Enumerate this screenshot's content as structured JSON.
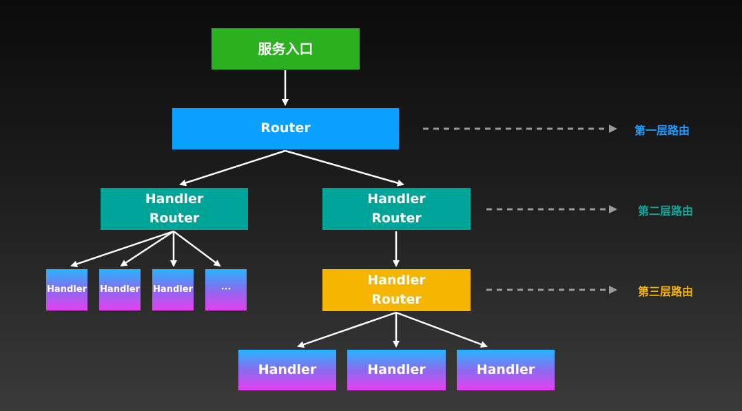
{
  "entry": {
    "label": "服务入口",
    "color": "#2bb01f"
  },
  "router": {
    "label": "Router",
    "color": "#0aa0ff"
  },
  "handler_router_left": {
    "line1": "Handler",
    "line2": "Router",
    "color": "#00a59a"
  },
  "handler_router_right": {
    "line1": "Handler",
    "line2": "Router",
    "color": "#00a59a"
  },
  "handler_router_third": {
    "line1": "Handler",
    "line2": "Router",
    "color": "#f6b500"
  },
  "small_handlers": [
    {
      "label": "Handler"
    },
    {
      "label": "Handler"
    },
    {
      "label": "Handler"
    },
    {
      "label": "···"
    }
  ],
  "large_handlers": [
    {
      "label": "Handler"
    },
    {
      "label": "Handler"
    },
    {
      "label": "Handler"
    }
  ],
  "levels": [
    {
      "label": "第一层路由",
      "color": "#1a9dff"
    },
    {
      "label": "第二层路由",
      "color": "#12a89c"
    },
    {
      "label": "第三层路由",
      "color": "#f6b500"
    }
  ]
}
